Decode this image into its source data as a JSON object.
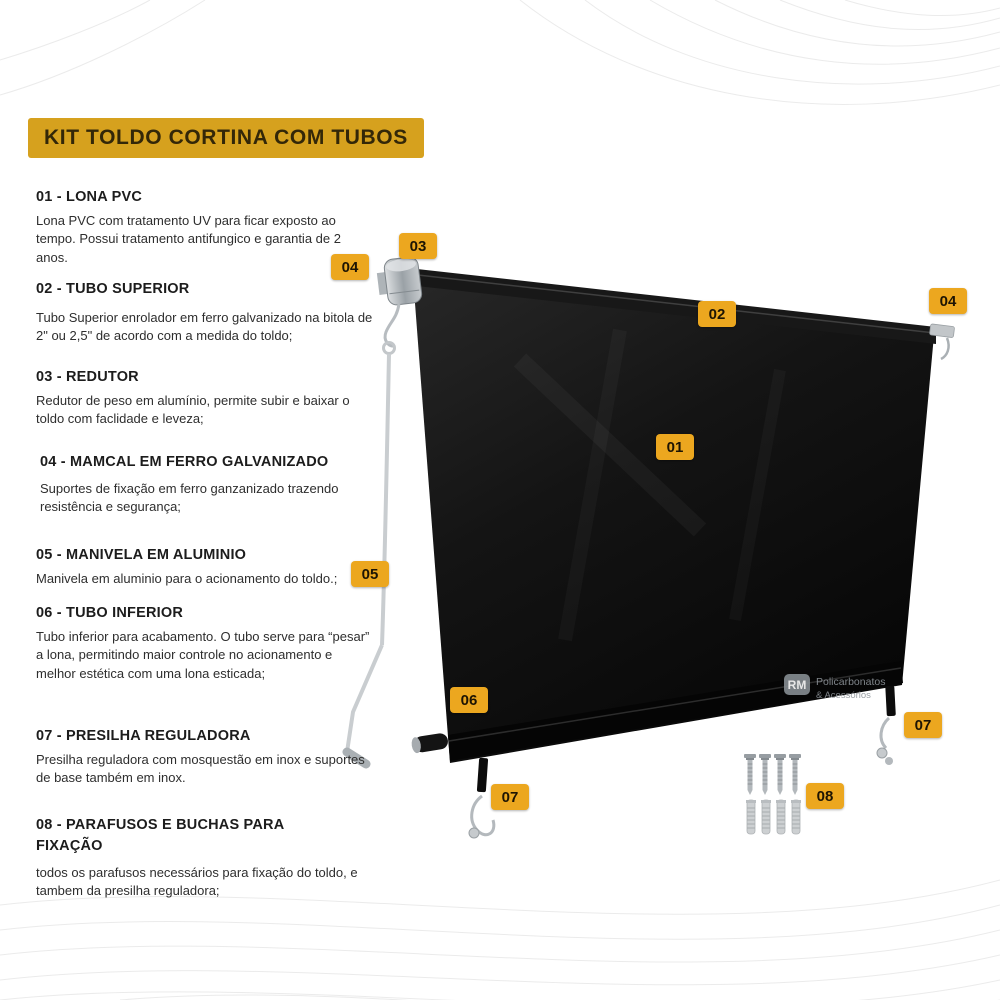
{
  "page": {
    "title": "KIT TOLDO CORTINA COM TUBOS"
  },
  "items": [
    {
      "heading": "01 - LONA PVC",
      "body": "Lona PVC com tratamento UV para ficar exposto ao tempo. Possui tratamento antifungico e garantia de 2 anos."
    },
    {
      "heading": "02 - TUBO SUPERIOR",
      "body": "Tubo Superior enrolador em ferro galvanizado na bitola de 2\" ou 2,5\" de acordo com a medida do toldo;"
    },
    {
      "heading": "03 - REDUTOR",
      "body": "Redutor de peso em alumínio, permite subir e baixar o toldo com faclidade e leveza;"
    },
    {
      "heading": "04 - MAMCAL  EM FERRO GALVANIZADO",
      "body": "Suportes de fixação em ferro ganzanizado trazendo resistência e segurança;"
    },
    {
      "heading": "05 - MANIVELA EM ALUMINIO",
      "body": "Manivela em aluminio para o acionamento do toldo.;"
    },
    {
      "heading": "06 - TUBO INFERIOR",
      "body": "Tubo inferior para acabamento. O tubo serve para “pesar” a lona, permitindo maior controle no acionamento e melhor estética com uma lona esticada;"
    },
    {
      "heading": "07 - PRESILHA REGULADORA",
      "body": "Presilha reguladora com mosquestão em inox e suportes de base também em inox."
    },
    {
      "heading": "08 - PARAFUSOS E BUCHAS PARA FIXAÇÃO",
      "body": "todos os parafusos necessários para fixação do toldo, e tambem da presilha reguladora;"
    }
  ],
  "diagram": {
    "callouts": [
      {
        "label": "03"
      },
      {
        "label": "04"
      },
      {
        "label": "02"
      },
      {
        "label": "04"
      },
      {
        "label": "01"
      },
      {
        "label": "05"
      },
      {
        "label": "06"
      },
      {
        "label": "07"
      },
      {
        "label": "07"
      },
      {
        "label": "08"
      }
    ],
    "watermark": {
      "logo": "RM",
      "line1": "Policarbonatos",
      "line2": "& Acessórios"
    }
  },
  "colors": {
    "banner_bg": "#D6A11E",
    "callout_bg": "#ECA71F",
    "canvas_black": "#101010"
  }
}
